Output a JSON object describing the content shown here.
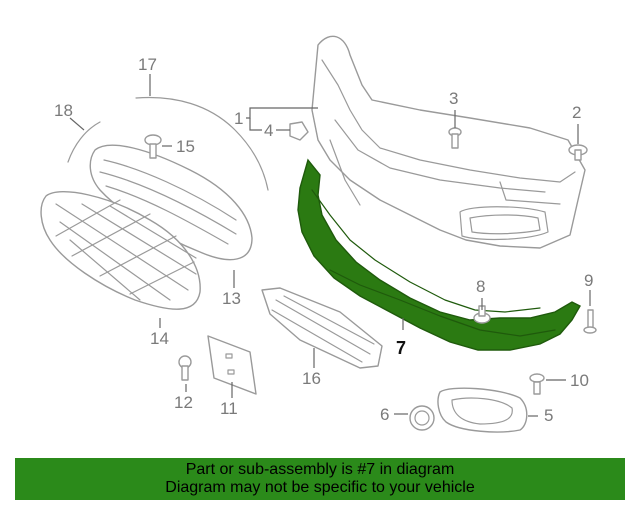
{
  "callouts": {
    "c1": "1",
    "c2": "2",
    "c3": "3",
    "c4": "4",
    "c5": "5",
    "c6": "6",
    "c7": "7",
    "c8": "8",
    "c9": "9",
    "c10": "10",
    "c11": "11",
    "c12": "12",
    "c13": "13",
    "c14": "14",
    "c15": "15",
    "c16": "16",
    "c17": "17",
    "c18": "18"
  },
  "highlight": {
    "part": "7",
    "color": "#2b7a12"
  },
  "banner": {
    "line1": "Part or sub-assembly is #7 in diagram",
    "line2": "Diagram may not be specific to your vehicle",
    "background": "#2b8a1a"
  }
}
